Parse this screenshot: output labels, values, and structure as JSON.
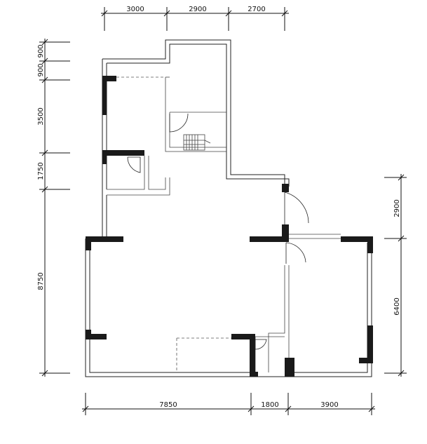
{
  "dimensions": {
    "top": [
      "3000",
      "2900",
      "2700"
    ],
    "left": [
      "900",
      "900",
      "3500",
      "1750",
      "8750"
    ],
    "right": [
      "2900",
      "6400"
    ],
    "bottom": [
      "7850",
      "1800",
      "3900"
    ]
  }
}
